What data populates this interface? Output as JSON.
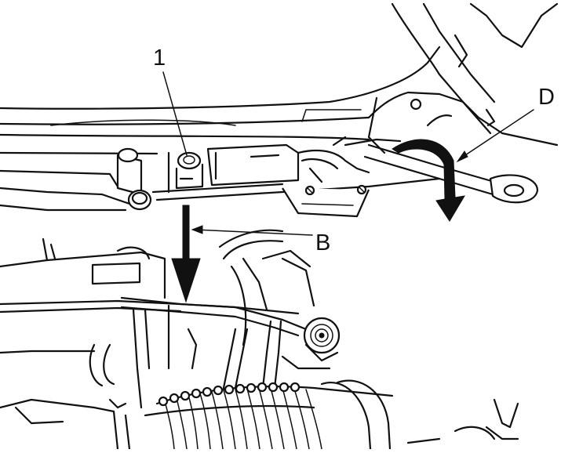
{
  "callouts": {
    "one": "1",
    "b": "B",
    "d": "D"
  },
  "colors": {
    "line": "#111111",
    "background": "#ffffff"
  }
}
